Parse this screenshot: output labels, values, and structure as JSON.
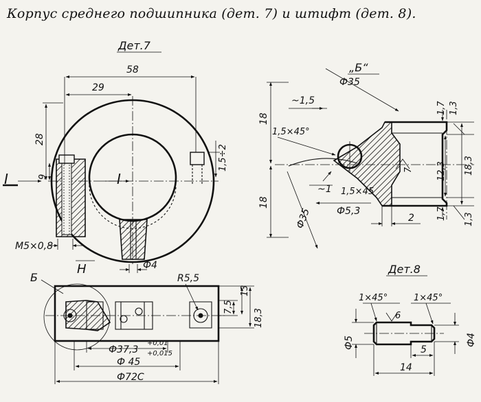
{
  "caption": "Корпус среднего подшипника (дет. 7) и штифт (дет. 8).",
  "views": {
    "det7_label": "Дет.7",
    "det8_label": "Дет.8",
    "detail_b_label": "„Б“",
    "callout_b": "Б",
    "section_mark": "I",
    "section_mark_center": "I",
    "view_h": "H"
  },
  "dims_front": {
    "d58": "58",
    "d29": "29",
    "d28": "28",
    "d9": "9",
    "d15_2": "1,5÷2",
    "m5": "M5×0,8",
    "phi4": "Ф4"
  },
  "dims_top": {
    "r55": "R5,5",
    "d75": "7,5",
    "d13": "13",
    "d183": "18,3",
    "phi373": "Ф37,3",
    "tol_up": "+0,01",
    "tol_low": "+0,015",
    "phi45": "Ф 45",
    "phi72": "Ф72С"
  },
  "dims_detail": {
    "phi35_top": "Ф35",
    "d18_top": "18",
    "d18_bot": "18",
    "d15": "~1,5",
    "c15x45a": "1,5×45°",
    "c15x45b": "1,5×45",
    "d1": "~1",
    "phi35_side": "Ф35",
    "phi53": "Ф5,3",
    "d2": "2",
    "d17a": "1,7",
    "d13a": "1,3",
    "d123": "12,3",
    "d183": "18,3",
    "d17b": "1,7",
    "d13b": "1,3",
    "rough": "7"
  },
  "dims_pin": {
    "c1x45a": "1×45°",
    "c1x45b": "1×45°",
    "rough6": "6",
    "phi5": "Ф5",
    "phi4": "Ф4",
    "d5": "5",
    "d14": "14"
  }
}
